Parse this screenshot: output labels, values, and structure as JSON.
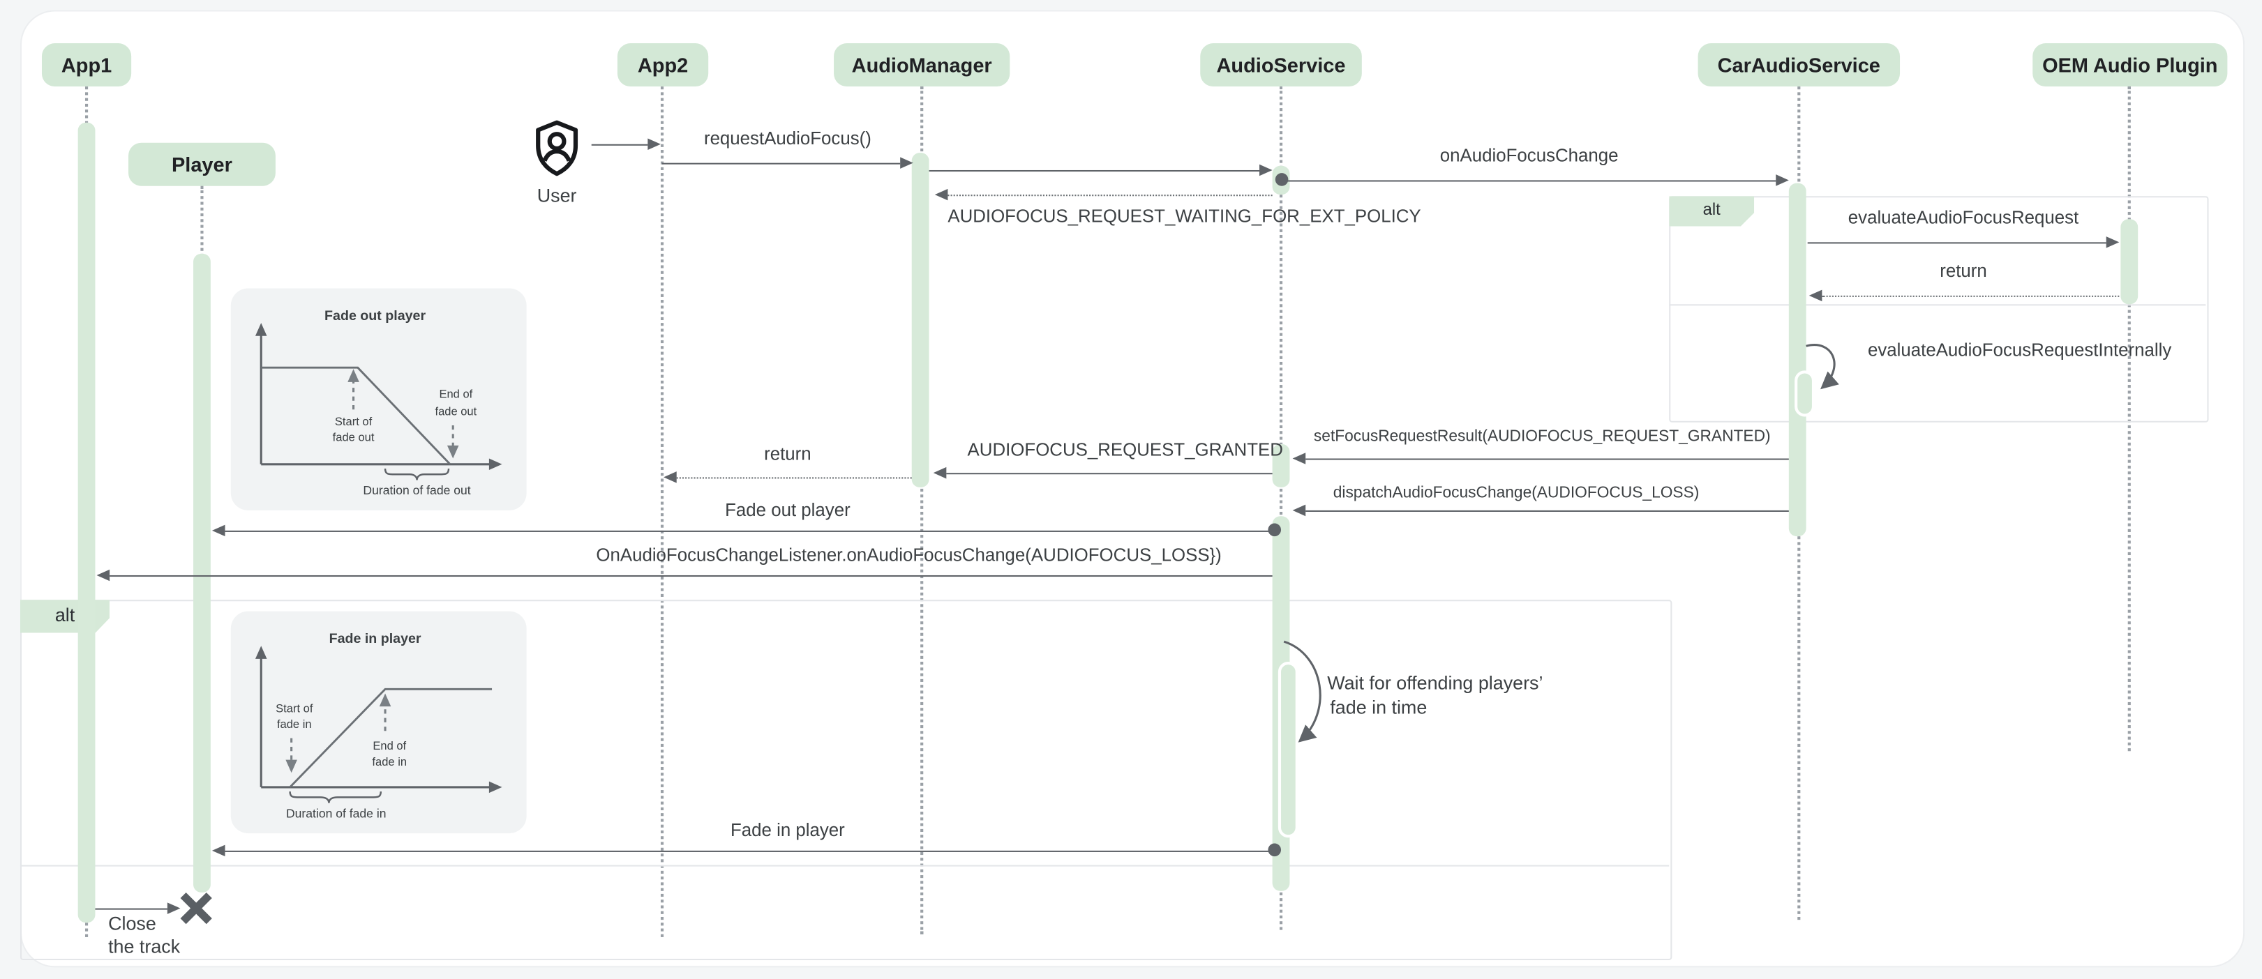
{
  "diagram_type": "sequence-diagram",
  "participants": [
    {
      "id": "app1",
      "label": "App1"
    },
    {
      "id": "player",
      "label": "Player"
    },
    {
      "id": "app2",
      "label": "App2"
    },
    {
      "id": "audiomanager",
      "label": "AudioManager"
    },
    {
      "id": "audioservice",
      "label": "AudioService"
    },
    {
      "id": "caraudioservice",
      "label": "CarAudioService"
    },
    {
      "id": "oem",
      "label": "OEM Audio Plugin"
    }
  ],
  "actor": {
    "label": "User",
    "icon": "shield-person-icon"
  },
  "messages": {
    "request_audio_focus": "requestAudioFocus()",
    "on_audio_focus_change": "onAudioFocusChange",
    "waiting_ext_policy": "AUDIOFOCUS_REQUEST_WAITING_FOR_EXT_POLICY",
    "evaluate_request": "evaluateAudioFocusRequest",
    "return_oem": "return",
    "evaluate_internally": "evaluateAudioFocusRequestInternally",
    "set_focus_result": "setFocusRequestResult(AUDIOFOCUS_REQUEST_GRANTED)",
    "request_granted": "AUDIOFOCUS_REQUEST_GRANTED",
    "return_app2": "return",
    "dispatch_loss": "dispatchAudioFocusChange(AUDIOFOCUS_LOSS)",
    "fade_out_player": "Fade out player",
    "focus_change_listener": "OnAudioFocusChangeListener.onAudioFocusChange(AUDIOFOCUS_LOSS})",
    "fade_in_player": "Fade in player",
    "wait_line1": "Wait for offending players’",
    "wait_line2": "fade in time",
    "close_line1": "Close",
    "close_line2": "the track"
  },
  "fragments": {
    "alt_inner_label": "alt",
    "alt_outer_label": "alt"
  },
  "charts": {
    "fade_out": {
      "title": "Fade out player",
      "start_line1": "Start of",
      "start_line2": "fade out",
      "end_line1": "End of",
      "end_line2": "fade out",
      "duration": "Duration of fade out",
      "shape": "level-then-ramp-down"
    },
    "fade_in": {
      "title": "Fade in player",
      "start_line1": "Start of",
      "start_line2": "fade in",
      "end_line1": "End of",
      "end_line2": "fade in",
      "duration": "Duration of fade in",
      "shape": "ramp-up-then-level"
    }
  },
  "colors": {
    "participant_green": "#d3e8d6",
    "activation_green": "#d7ead9",
    "alt_tab_green": "#d6e9d8",
    "line_gray": "#5f6368",
    "lifeline_gray": "#9aa0a6",
    "text_dark": "#3c4043",
    "panel_gray": "#f1f3f4",
    "fragment_border": "#e4e6e9",
    "card_white": "#ffffff",
    "page_bg": "#f4f6f7"
  }
}
